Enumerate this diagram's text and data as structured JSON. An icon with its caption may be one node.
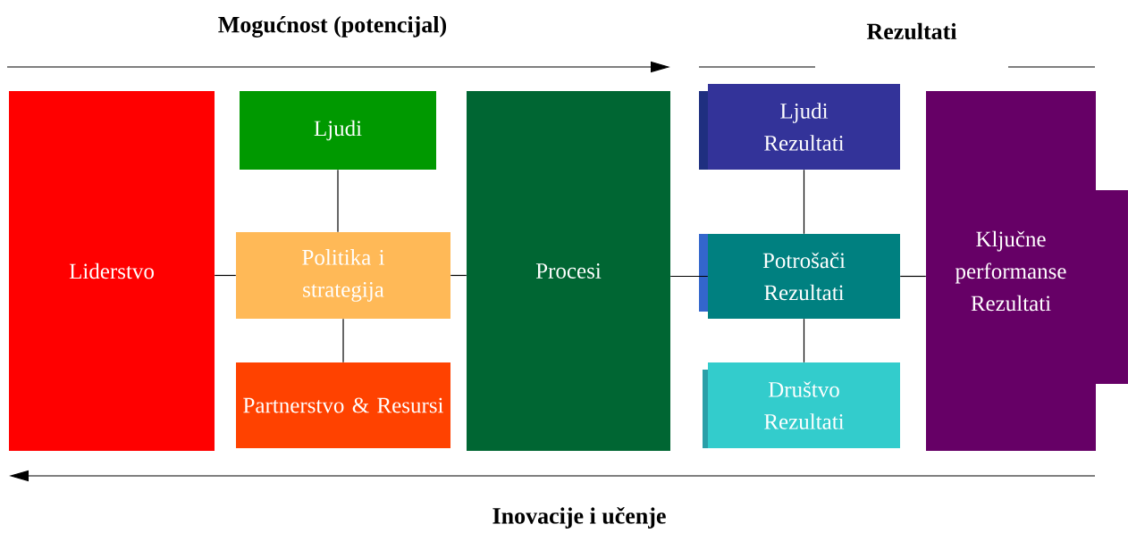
{
  "diagram": {
    "title": "Mogućnost (potencijal)",
    "nodes": [
      {
        "text": [
          "Liderstvo"
        ]
      },
      {
        "text": [
          "Ljudi"
        ]
      },
      {
        "text": [
          "Politika i strategija"
        ]
      },
      {
        "text": [
          "Partnerstvo & Resursi"
        ]
      },
      {
        "text": [
          "Procesi"
        ]
      },
      {
        "text": [
          "Ljudi Rezultati"
        ]
      },
      {
        "text": [
          "Potrošači Rezultati"
        ]
      },
      {
        "text": [
          "Društvo Rezultati"
        ]
      },
      {
        "text": [
          "Ključne performanse Rezultati"
        ]
      }
    ],
    "edges": [
      {
        "from": 0,
        "to": 2,
        "arrow": "none"
      },
      {
        "from": 1,
        "to": 2,
        "arrow": "none"
      },
      {
        "from": 2,
        "to": 3,
        "arrow": "none"
      },
      {
        "from": 2,
        "to": 4,
        "arrow": "none"
      },
      {
        "from": 4,
        "to": 6,
        "arrow": "none"
      },
      {
        "from": 5,
        "to": 6,
        "arrow": "none"
      },
      {
        "from": 6,
        "to": 7,
        "arrow": "none"
      },
      {
        "from": 6,
        "to": 8,
        "arrow": "none"
      }
    ],
    "labels": [
      "Rezultati",
      "Inovacije i učenje"
    ]
  }
}
